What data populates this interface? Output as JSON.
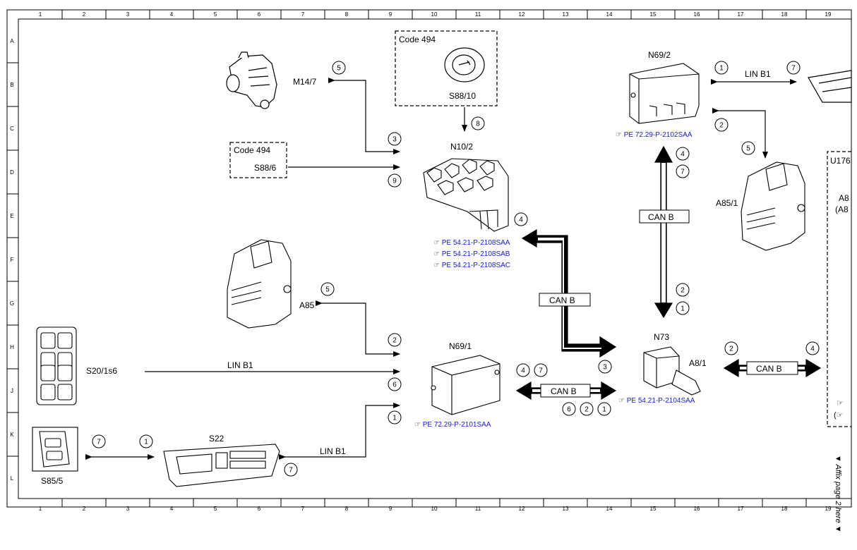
{
  "grid": {
    "columns": [
      "1",
      "2",
      "3",
      "4",
      "5",
      "6",
      "7",
      "8",
      "9",
      "10",
      "11",
      "12",
      "13",
      "14",
      "15",
      "16",
      "17",
      "18",
      "19"
    ],
    "rows": [
      "A",
      "B",
      "C",
      "D",
      "E",
      "F",
      "G",
      "H",
      "J",
      "K",
      "L"
    ]
  },
  "components": {
    "m14_7": "M14/7",
    "code494_top": "Code 494",
    "s88_10": "S88/10",
    "code494_left": "Code 494",
    "s88_6": "S88/6",
    "n10_2": "N10/2",
    "n69_2": "N69/2",
    "a85_1": "A85/1",
    "u176": "U176",
    "a8_partial": "A8",
    "a8_paren_partial": "(A8",
    "a85": "A85",
    "s20_1s6": "S20/1s6",
    "n69_1": "N69/1",
    "n73": "N73",
    "a8_1": "A8/1",
    "s22": "S22",
    "s85_5": "S85/5"
  },
  "bus_labels": {
    "lin_b1_top": "LIN B1",
    "can_b_vertical": "CAN B",
    "can_b_mid": "CAN B",
    "lin_b1_s20": "LIN B1",
    "can_b_n69": "CAN B",
    "can_b_right": "CAN B",
    "lin_b1_s22": "LIN B1"
  },
  "references": {
    "n10_2": [
      "PE 54.21-P-2108SAA",
      "PE 54.21-P-2108SAB",
      "PE 54.21-P-2108SAC"
    ],
    "n69_2": "PE 72.29-P-2102SAA",
    "n69_1": "PE 72.29-P-2101SAA",
    "n73": "PE 54.21-P-2104SAA"
  },
  "signal_numbers": {
    "m14_7": "5",
    "s88_10": "8",
    "n10_2_in_a": "3",
    "n10_2_in_b": "9",
    "n10_2_can": "4",
    "n69_2_left": "1",
    "n69_2_right": "7",
    "n69_2_low": "2",
    "a85_1": "5",
    "can_vert_top_a": "4",
    "can_vert_top_b": "7",
    "can_vert_bot_a": "2",
    "can_vert_bot_b": "1",
    "a85": "5",
    "n69_1_in_a": "2",
    "n69_1_in_b": "6",
    "n69_1_in_c": "1",
    "n73_in": "3",
    "n69_1_can_a": "4",
    "n69_1_can_b": "7",
    "n69_1_can_c": "6",
    "n69_1_can_d": "2",
    "n69_1_can_e": "1",
    "n73_right_a": "2",
    "n73_right_b": "4",
    "s85_a": "7",
    "s85_b": "1",
    "s22": "7"
  },
  "side_note": "▼ Affix page 2 here ▼"
}
